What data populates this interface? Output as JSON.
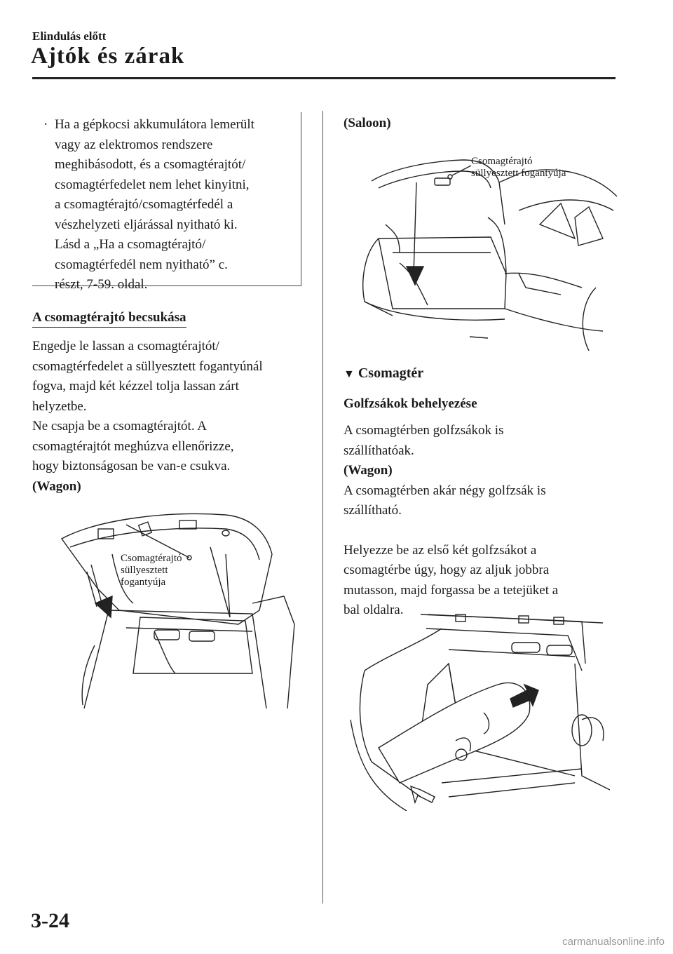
{
  "header": {
    "section": "Elindulás előtt",
    "title": "Ajtók és zárak"
  },
  "left": {
    "note_lines": [
      "Ha a gépkocsi akkumulátora lemerült",
      "vagy az elektromos rendszere",
      "meghibásodott, és a csomagtérajtót/",
      "csomagtérfedelet nem lehet kinyitni,",
      "a csomagtérajtó/csomagtérfedél a",
      "vészhelyzeti eljárással nyitható ki.",
      "Lásd a „Ha a csomagtérajtó/",
      "csomagtérfedél nem nyitható” c.",
      "részt, 7-59. oldal."
    ],
    "heading": "A csomagtérajtó becsukása",
    "para_lines": [
      "Engedje le lassan a csomagtérajtót/",
      "csomagtérfedelet a süllyesztett fogantyúnál",
      "fogva, majd két kézzel tolja lassan zárt",
      "helyzetbe.",
      "Ne csapja be a csomagtérajtót. A",
      "csomagtérajtót meghúzva ellenőrizze,",
      "hogy biztonságosan be van-e csukva."
    ],
    "wagon_label": "(Wagon)",
    "wagon_callout": [
      "Csomagtérajtó",
      "süllyesztett",
      "fogantyúja"
    ]
  },
  "right": {
    "saloon_label": "(Saloon)",
    "saloon_callout": [
      "Csomagtérajtó",
      "süllyesztett fogantyúja"
    ],
    "section_marker": "▼",
    "section_heading": "Csomagtér",
    "sub_heading": "Golfzsákok behelyezése",
    "intro_lines": [
      "A csomagtérben golfzsákok is",
      "szállíthatóak."
    ],
    "wagon_label": "(Wagon)",
    "wagon_lines": [
      "A csomagtérben akár négy golfzsák is",
      "szállítható."
    ],
    "instr_lines": [
      "Helyezze be az első két golfzsákot a",
      "csomagtérbe úgy, hogy az aljuk jobbra",
      "mutasson, majd forgassa be a tetejüket a",
      "bal oldalra."
    ]
  },
  "footer": {
    "page_number": "3-24",
    "watermark": "carmanualsonline.info"
  }
}
